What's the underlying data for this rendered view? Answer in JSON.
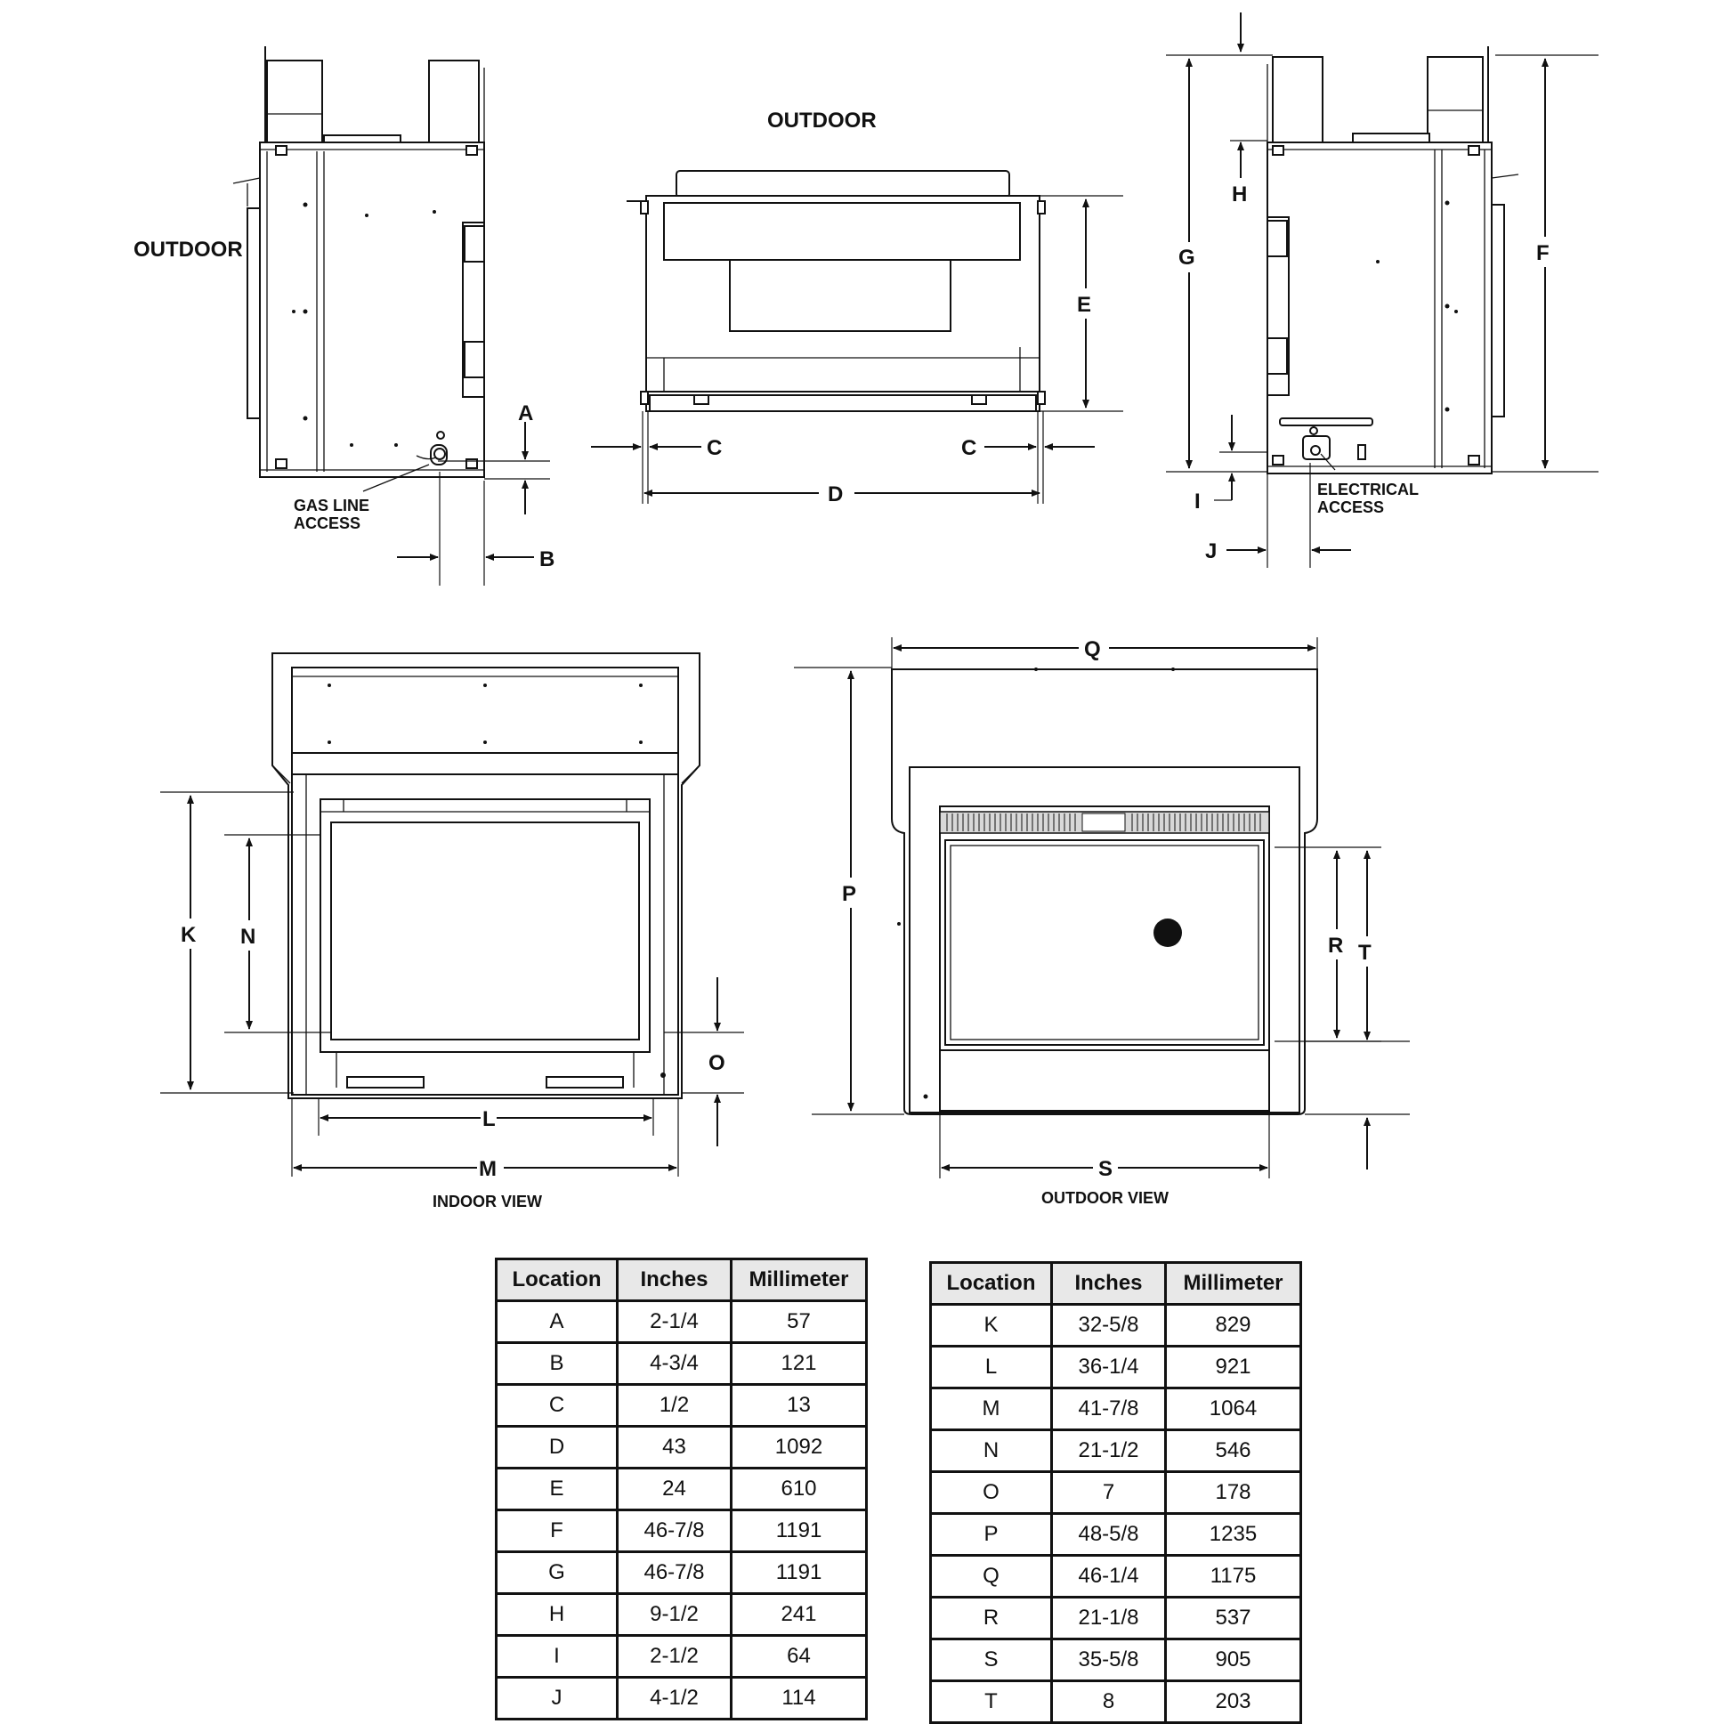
{
  "views": {
    "side_left_caption": "OUTDOOR",
    "top_caption": "OUTDOOR",
    "indoor_caption": "INDOOR VIEW",
    "outdoor_caption": "OUTDOOR VIEW"
  },
  "notes": {
    "gas_line": "GAS LINE",
    "gas_access": "ACCESS",
    "electrical": "ELECTRICAL",
    "electrical_access": "ACCESS"
  },
  "labels": {
    "A": "A",
    "B": "B",
    "C": "C",
    "D": "D",
    "E": "E",
    "F": "F",
    "G": "G",
    "H": "H",
    "I": "I",
    "J": "J",
    "K": "K",
    "L": "L",
    "M": "M",
    "N": "N",
    "O": "O",
    "P": "P",
    "Q": "Q",
    "R": "R",
    "S": "S",
    "T": "T"
  },
  "table_headers": [
    "Location",
    "Inches",
    "Millimeter"
  ],
  "dimensions_left": [
    {
      "location": "A",
      "inches": "2-1/4",
      "mm": "57"
    },
    {
      "location": "B",
      "inches": "4-3/4",
      "mm": "121"
    },
    {
      "location": "C",
      "inches": "1/2",
      "mm": "13"
    },
    {
      "location": "D",
      "inches": "43",
      "mm": "1092"
    },
    {
      "location": "E",
      "inches": "24",
      "mm": "610"
    },
    {
      "location": "F",
      "inches": "46-7/8",
      "mm": "1191"
    },
    {
      "location": "G",
      "inches": "46-7/8",
      "mm": "1191"
    },
    {
      "location": "H",
      "inches": "9-1/2",
      "mm": "241"
    },
    {
      "location": "I",
      "inches": "2-1/2",
      "mm": "64"
    },
    {
      "location": "J",
      "inches": "4-1/2",
      "mm": "114"
    }
  ],
  "dimensions_right": [
    {
      "location": "K",
      "inches": "32-5/8",
      "mm": "829"
    },
    {
      "location": "L",
      "inches": "36-1/4",
      "mm": "921"
    },
    {
      "location": "M",
      "inches": "41-7/8",
      "mm": "1064"
    },
    {
      "location": "N",
      "inches": "21-1/2",
      "mm": "546"
    },
    {
      "location": "O",
      "inches": "7",
      "mm": "178"
    },
    {
      "location": "P",
      "inches": "48-5/8",
      "mm": "1235"
    },
    {
      "location": "Q",
      "inches": "46-1/4",
      "mm": "1175"
    },
    {
      "location": "R",
      "inches": "21-1/8",
      "mm": "537"
    },
    {
      "location": "S",
      "inches": "35-5/8",
      "mm": "905"
    },
    {
      "location": "T",
      "inches": "8",
      "mm": "203"
    }
  ]
}
